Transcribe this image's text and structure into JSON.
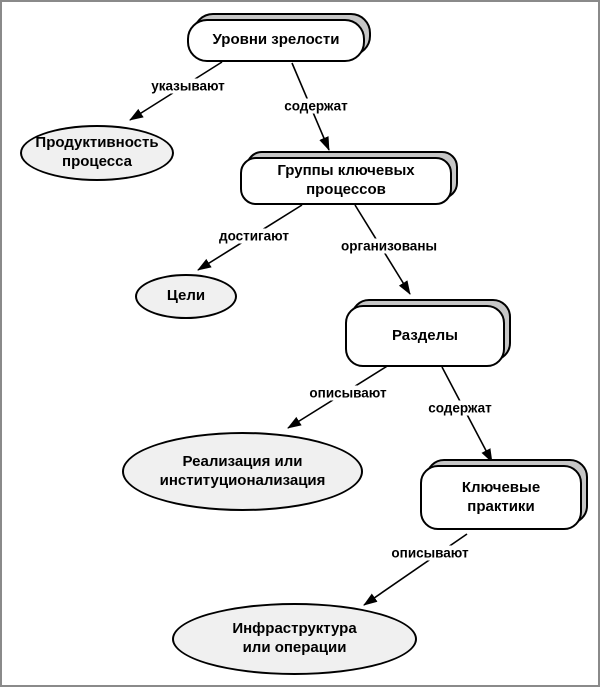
{
  "diagram": {
    "type": "concept-map",
    "language": "ru",
    "nodes": [
      {
        "id": "maturity-levels",
        "shape": "rounded-rect",
        "label": "Уровни зрелости"
      },
      {
        "id": "process-productivity",
        "shape": "ellipse",
        "label": "Продуктивность\nпроцесса"
      },
      {
        "id": "key-process-groups",
        "shape": "rounded-rect",
        "label": "Группы ключевых\nпроцессов"
      },
      {
        "id": "goals",
        "shape": "ellipse",
        "label": "Цели"
      },
      {
        "id": "sections",
        "shape": "rounded-rect",
        "label": "Разделы"
      },
      {
        "id": "implementation",
        "shape": "ellipse",
        "label": "Реализация или\nинституционализация"
      },
      {
        "id": "key-practices",
        "shape": "rounded-rect",
        "label": "Ключевые\nпрактики"
      },
      {
        "id": "infrastructure",
        "shape": "ellipse",
        "label": "Инфраструктура\nили операции"
      }
    ],
    "edges": [
      {
        "from": "maturity-levels",
        "to": "process-productivity",
        "label": "указывают"
      },
      {
        "from": "maturity-levels",
        "to": "key-process-groups",
        "label": "содержат"
      },
      {
        "from": "key-process-groups",
        "to": "goals",
        "label": "достигают"
      },
      {
        "from": "key-process-groups",
        "to": "sections",
        "label": "организованы"
      },
      {
        "from": "sections",
        "to": "implementation",
        "label": "описывают"
      },
      {
        "from": "sections",
        "to": "key-practices",
        "label": "содержат"
      },
      {
        "from": "key-practices",
        "to": "infrastructure",
        "label": "описывают"
      }
    ],
    "colors": {
      "background": "#ffffff",
      "frame_border": "#8a8a8a",
      "rect_fill": "#ffffff",
      "ellipse_fill": "#f0f0f0",
      "shadow_fill": "#c6c6c6",
      "outline": "#000000",
      "text": "#000000"
    }
  }
}
